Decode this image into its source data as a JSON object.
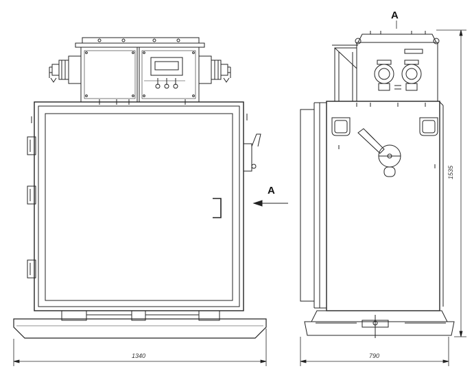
{
  "view_labels": {
    "section_mark": "A",
    "arrow_mark": "A"
  },
  "dimensions": {
    "front_width": "1340",
    "side_width": "790",
    "height": "1535"
  }
}
